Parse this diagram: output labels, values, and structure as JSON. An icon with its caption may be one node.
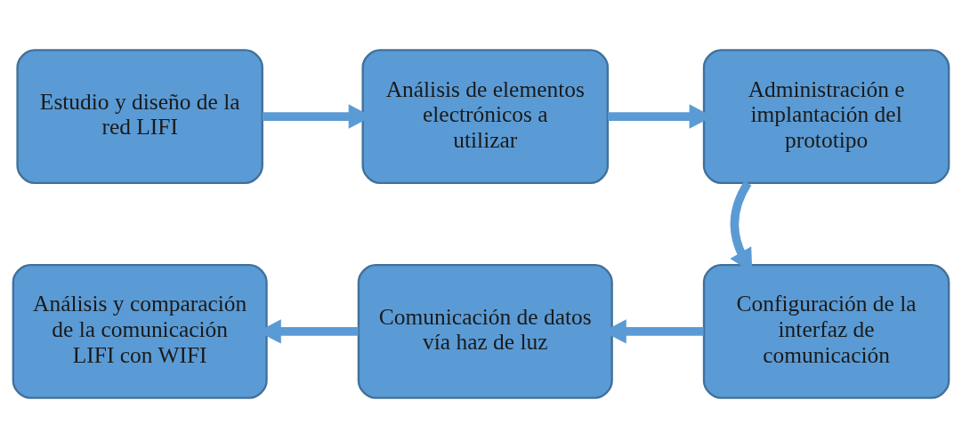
{
  "diagram": {
    "nodes": [
      {
        "text": [
          "Estudio y diseño de la red LIFI"
        ]
      },
      {
        "text": [
          "Análisis de elementos electrónicos a utilizar"
        ]
      },
      {
        "text": [
          "Administración e implantación del prototipo"
        ]
      },
      {
        "text": [
          "Configuración de la interfaz de comunicación"
        ]
      },
      {
        "text": [
          "Comunicación de datos vía haz de luz"
        ]
      },
      {
        "text": [
          "Análisis y comparación de la comunicación LIFI con WIFI"
        ]
      }
    ],
    "edges": [
      {
        "from": 0,
        "to": 1,
        "arrow": "to"
      },
      {
        "from": 1,
        "to": 2,
        "arrow": "to"
      },
      {
        "from": 2,
        "to": 3,
        "arrow": "to"
      },
      {
        "from": 3,
        "to": 4,
        "arrow": "to"
      },
      {
        "from": 4,
        "to": 5,
        "arrow": "to"
      }
    ]
  }
}
